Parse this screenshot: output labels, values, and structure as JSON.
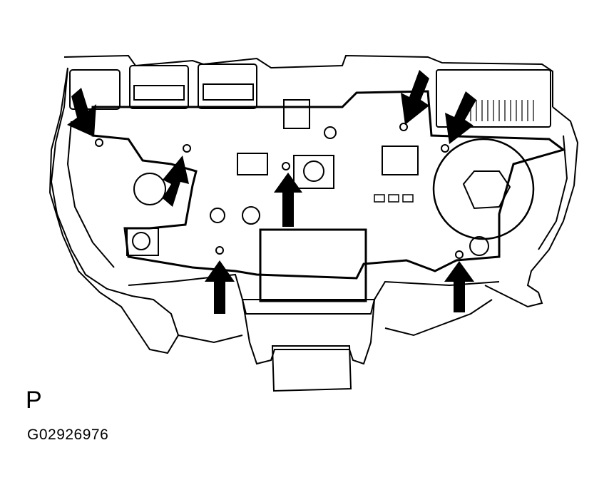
{
  "figure": {
    "view_letter": "P",
    "figure_id": "G02926976"
  },
  "colors": {
    "line": "#000000",
    "background": "#ffffff"
  },
  "arrows": [
    {
      "name": "arrow-screw-upper-left",
      "direction": "down-right"
    },
    {
      "name": "arrow-screw-board-left",
      "direction": "up-right"
    },
    {
      "name": "arrow-screw-center",
      "direction": "up"
    },
    {
      "name": "arrow-screw-lower-left",
      "direction": "up"
    },
    {
      "name": "arrow-screw-upper-right-a",
      "direction": "down-left"
    },
    {
      "name": "arrow-screw-upper-right-b",
      "direction": "down-left"
    },
    {
      "name": "arrow-screw-lower-right",
      "direction": "up"
    }
  ]
}
